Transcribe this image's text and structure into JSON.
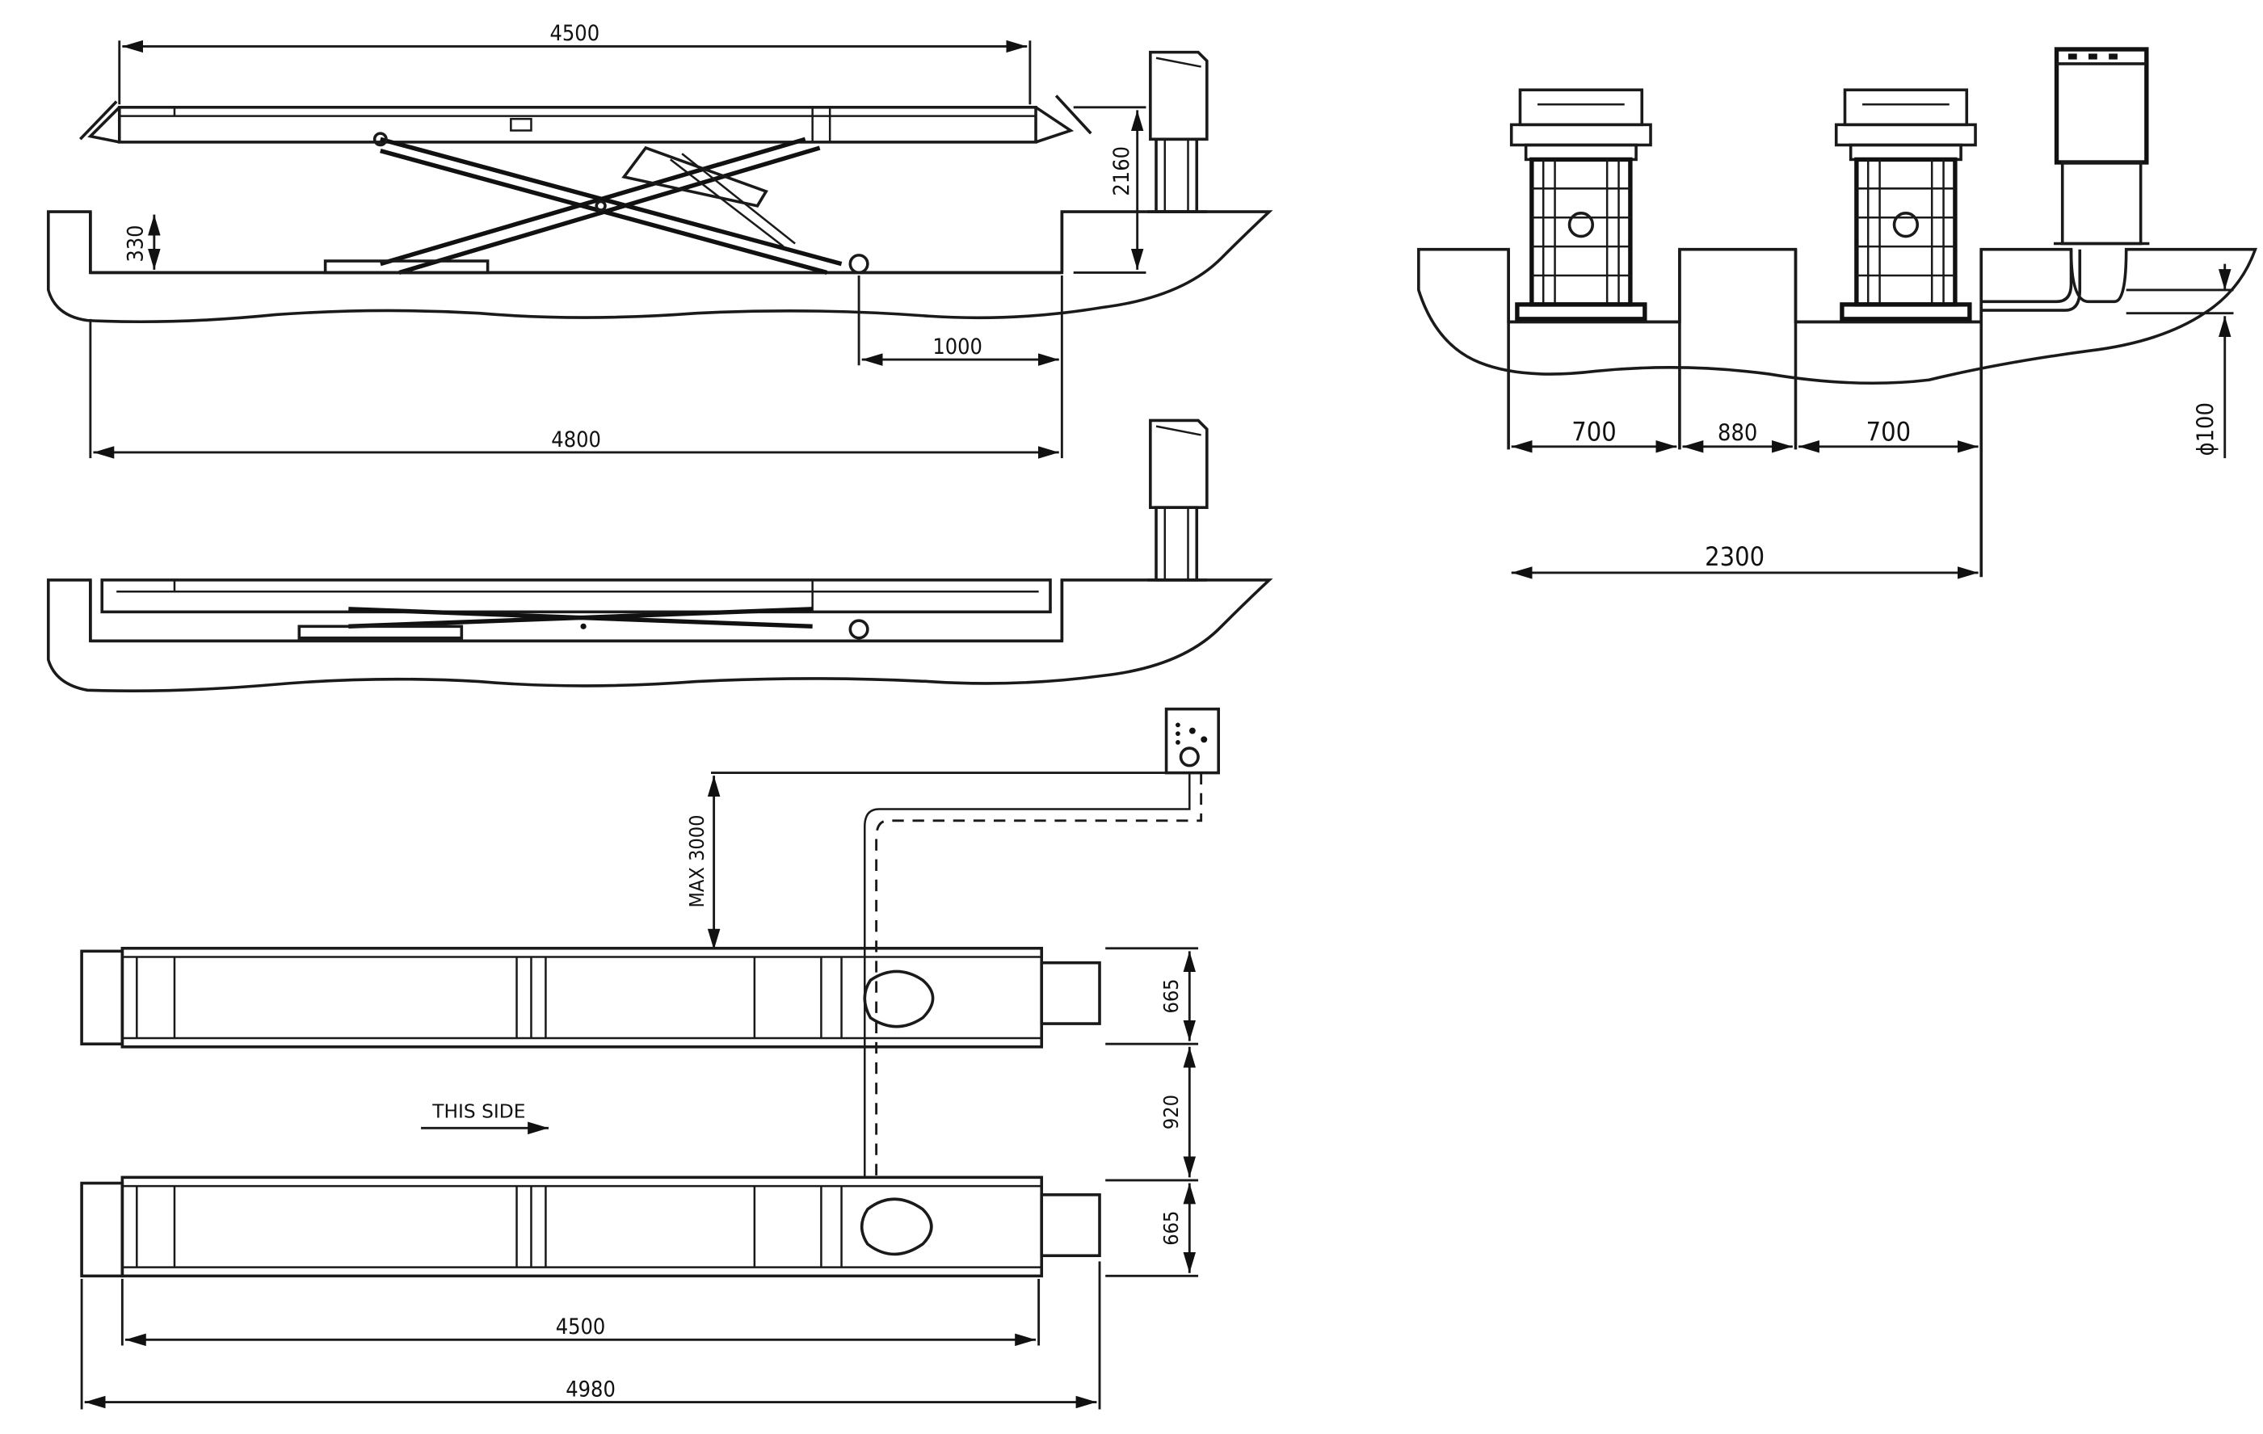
{
  "side_view": {
    "dim_top": "4500",
    "dim_height": "2160",
    "dim_pit": "330",
    "dim_cable": "1000",
    "dim_bottom": "4800"
  },
  "front_view": {
    "dim_left": "700",
    "dim_middle": "880",
    "dim_right": "700",
    "dim_total": "2300",
    "dim_pipe": "ϕ100"
  },
  "plan_view": {
    "dim_max": "MAX 3000",
    "dim_platform_a": "665",
    "dim_gap": "920",
    "dim_platform_b": "665",
    "label_side": "THIS SIDE",
    "dim_inner": "4500",
    "dim_outer": "4980"
  }
}
